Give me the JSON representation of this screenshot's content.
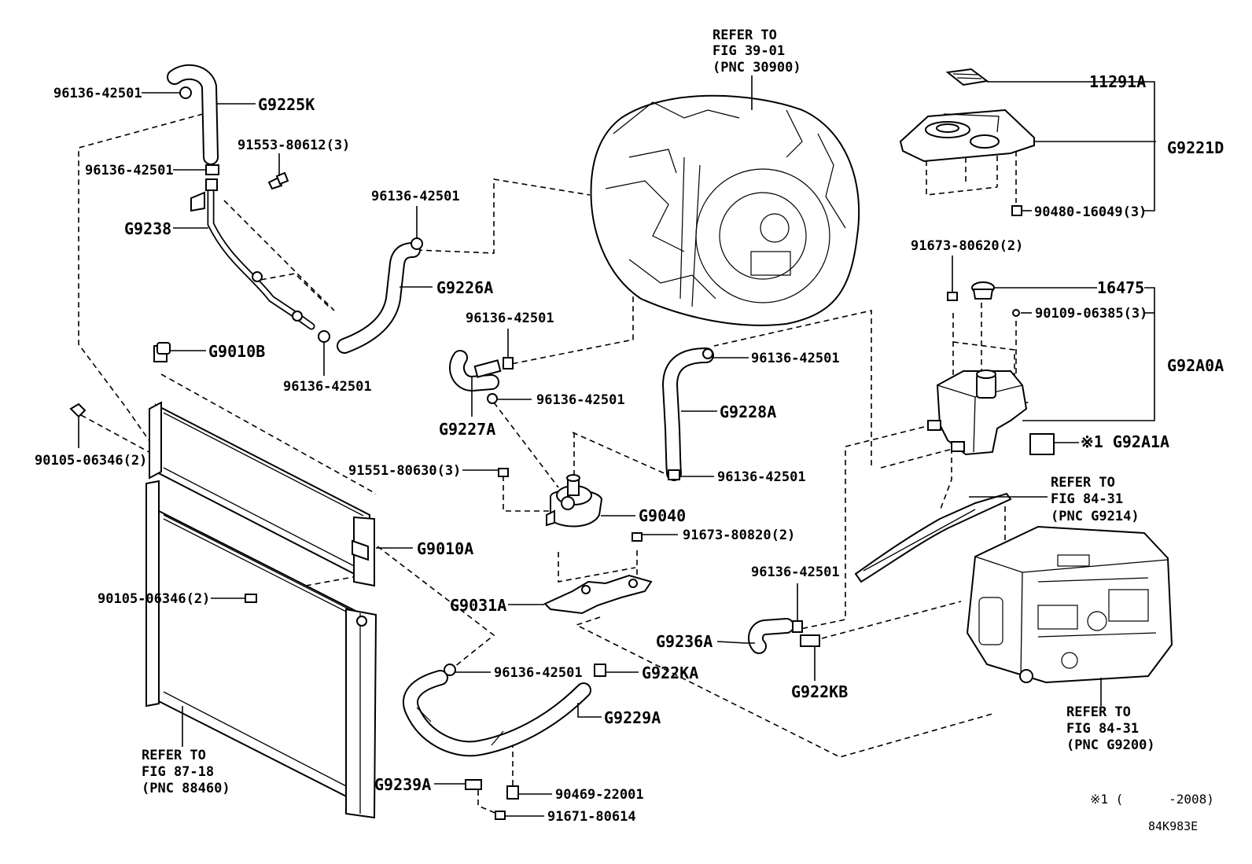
{
  "parts": {
    "hose_g9225k": "G9225K",
    "clip_top_left": "96136-42501",
    "clip_g9225k_lower": "96136-42501",
    "bolt_91553": "91553-80612(3)",
    "pipe_g9238": "G9238",
    "clip_g9226a_top": "96136-42501",
    "hose_g9226a": "G9226A",
    "clip_g9238_end": "96136-42501",
    "cap_g9010b": "G9010B",
    "bolt_90105_left": "90105-06346(2)",
    "clip_g9227a_top": "96136-42501",
    "hose_g9227a": "G9227A",
    "clip_g9227a_lower": "96136-42501",
    "bolt_91551": "91551-80630(3)",
    "pump_g9040": "G9040",
    "bolt_91673_80820": "91673-80820(2)",
    "radiator_g9010a": "G9010A",
    "bolt_90105_mid": "90105-06346(2)",
    "bracket_g9031a": "G9031A",
    "clip_g9229a_top": "96136-42501",
    "hose_g9229a": "G9229A",
    "joint_g922ka": "G922KA",
    "bracket_g9239a": "G9239A",
    "clamp_90469": "90469-22001",
    "bolt_91671": "91671-80614",
    "clip_g9228a_top": "96136-42501",
    "hose_g9228a": "G9228A",
    "clip_g9228a_lower": "96136-42501",
    "clip_g9236a": "96136-42501",
    "hose_g9236a": "G9236A",
    "joint_g922kb": "G922KB",
    "label_11291a": "11291A",
    "cover_g9221d": "G9221D",
    "nut_90480": "90480-16049(3)",
    "bolt_91673_80620": "91673-80620(2)",
    "cap_16475": "16475",
    "bolt_90109": "90109-06385(3)",
    "tank_g92a0a": "G92A0A",
    "mark_g92a1a": "※1 G92A1A"
  },
  "refs": {
    "transaxle": [
      "REFER TO",
      "FIG 39-01",
      "(PNC 30900)"
    ],
    "bracket_8431": [
      "REFER TO",
      "FIG 84-31",
      "(PNC G9214)"
    ],
    "inverter_8431": [
      "REFER TO",
      "FIG 84-31",
      "(PNC G9200)"
    ],
    "condenser_8718": [
      "REFER TO",
      "FIG 87-18",
      "(PNC 88460)"
    ]
  },
  "footnote": "※1 (      -2008)",
  "diagram_id": "84K983E"
}
